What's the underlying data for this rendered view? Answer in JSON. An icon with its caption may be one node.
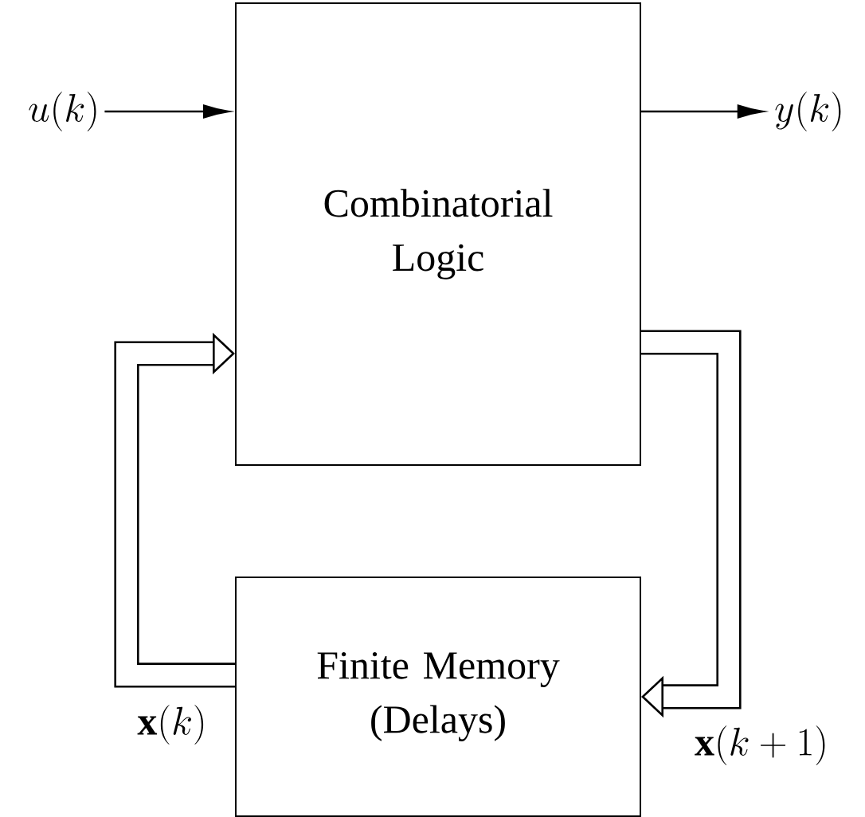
{
  "diagram": {
    "nodes": [
      {
        "text": [
          "Combinatorial Logic"
        ]
      },
      {
        "text": [
          "Finite Memory (Delays)"
        ]
      },
      {
        "text": [
          "u(k)"
        ]
      },
      {
        "text": [
          "y(k)"
        ]
      }
    ],
    "edges": [
      {
        "from": 2,
        "to": 0,
        "arrow": "to"
      },
      {
        "from": 0,
        "to": 3,
        "arrow": "to"
      },
      {
        "from": 1,
        "to": 0,
        "arrow": "to",
        "style": "thick",
        "label": "\\mathbf{x}(k)"
      },
      {
        "from": 0,
        "to": 1,
        "arrow": "to",
        "style": "thick",
        "label": "\\mathbf{x}(k+1)"
      }
    ]
  }
}
